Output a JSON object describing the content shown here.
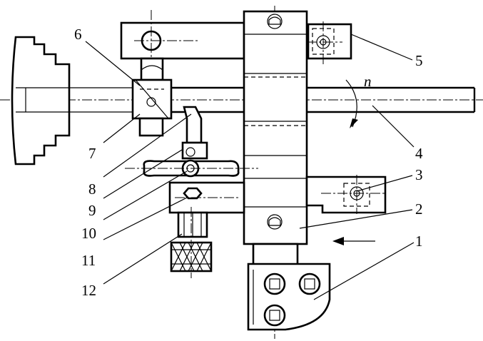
{
  "callouts": {
    "l1": "1",
    "l2": "2",
    "l3": "3",
    "l4": "4",
    "l5": "5",
    "l6": "6",
    "l7": "7",
    "l8": "8",
    "l9": "9",
    "l10": "10",
    "l11": "11",
    "l12": "12"
  },
  "rotation_symbol": "n"
}
